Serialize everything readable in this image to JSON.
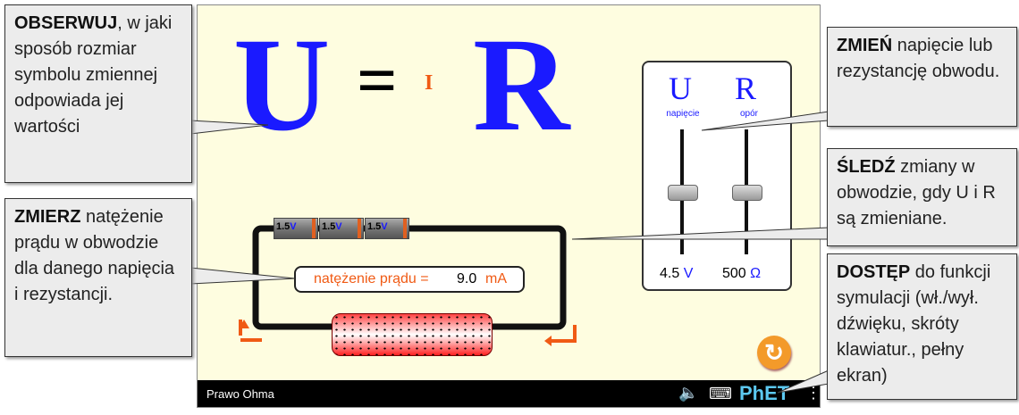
{
  "sim": {
    "title": "Prawo Ohma",
    "equation": {
      "u": "U",
      "eq": "=",
      "i": "I",
      "r": "R"
    },
    "batteries": [
      {
        "value": "1.5",
        "unit": "V"
      },
      {
        "value": "1.5",
        "unit": "V"
      },
      {
        "value": "1.5",
        "unit": "V"
      }
    ],
    "ammeter": {
      "label": "natężenie prądu =",
      "value": "9.0",
      "unit": "mA"
    },
    "sliders": [
      {
        "symbol": "U",
        "label": "napięcie",
        "value": "4.5",
        "unit": "V",
        "fraction": 0.5
      },
      {
        "symbol": "R",
        "label": "opór",
        "value": "500",
        "unit": "Ω",
        "fraction": 0.5
      }
    ],
    "logo": "PhET"
  },
  "callouts": {
    "observe": {
      "bold": "OBSERWUJ",
      "text": ", w jaki sposób rozmiar symbolu zmiennej odpowiada jej wartości"
    },
    "measure": {
      "bold": "ZMIERZ",
      "text": " natężenie prądu w obwodzie dla danego napięcia i rezystancji."
    },
    "change": {
      "bold": "ZMIEŃ",
      "text": " napięcie lub rezystancję obwodu."
    },
    "track": {
      "bold": "ŚLEDŹ",
      "text": " zmiany w obwodzie, gdy U i R są zmieniane."
    },
    "access": {
      "bold": "DOSTĘP",
      "text": " do funkcji symulacji (wł./wył. dźwięku, skróty klawiatur., pełny ekran)"
    }
  }
}
